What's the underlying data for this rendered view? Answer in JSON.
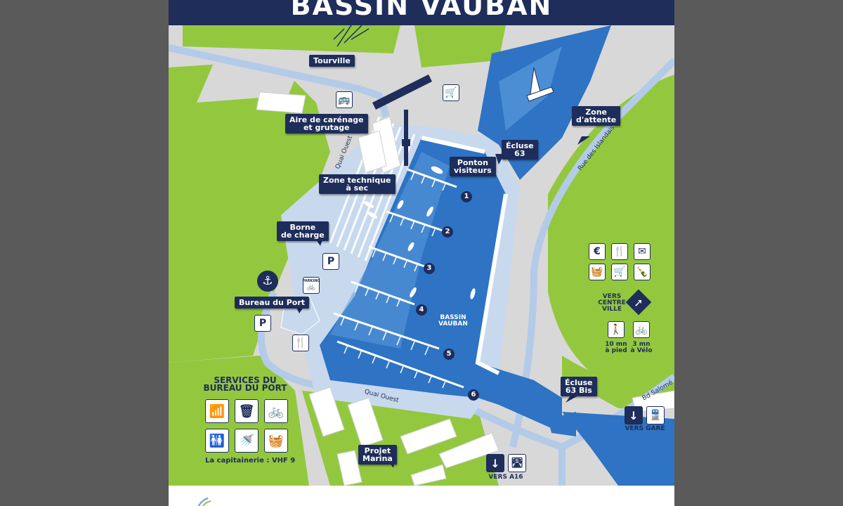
{
  "header": {
    "title": "BASSIN VAUBAN"
  },
  "labels": {
    "tourville": "Tourville",
    "aire_carenage": [
      "Aire de carénage",
      "et grutage"
    ],
    "zone_technique": [
      "Zone technique",
      "à sec"
    ],
    "borne_charge": [
      "Borne",
      "de charge"
    ],
    "bureau_port": "Bureau du Port",
    "ponton_visiteurs": [
      "Ponton",
      "visiteurs"
    ],
    "ecluse_63": [
      "Écluse",
      "63"
    ],
    "zone_attente": [
      "Zone",
      "d'attente"
    ],
    "ecluse_63bis": [
      "Écluse",
      "63 Bis"
    ],
    "projet_marina": [
      "Projet",
      "Marina"
    ],
    "bassin": [
      "BASSIN",
      "VAUBAN"
    ]
  },
  "streets": {
    "quai_ouest_upper": "Quai Ouest",
    "quai_ouest_lower": "Quai Ouest",
    "rue_islandais": "Rue des Islandais",
    "bd_salome": "Bd Salomé"
  },
  "docks": [
    "1",
    "2",
    "3",
    "4",
    "5",
    "6"
  ],
  "city": {
    "vers_centre": [
      "VERS",
      "CENTRE",
      "VILLE"
    ],
    "walk": [
      "10 mn",
      "à pied"
    ],
    "bike": [
      "3 mn",
      "à Vélo"
    ],
    "vers_gare": "VERS GARE",
    "vers_a16": "VERS A16"
  },
  "parking": {
    "p": "P",
    "parking_word": "PARKING"
  },
  "services": {
    "title": [
      "SERVICES DU",
      "BUREAU DU PORT"
    ],
    "vhf": "La capitainerie : VHF 9"
  },
  "icons": {
    "euro": "€",
    "restaurant": "🍴",
    "mail": "✉",
    "basket": "🧺",
    "cart": "🛒",
    "bottle": "🍾",
    "walk": "🚶",
    "bike": "🚲",
    "arrow_ne": "➚",
    "arrow_down": "↓",
    "bus": "🚌",
    "anchor": "⚓",
    "wifi": "📶",
    "bin": "🗑",
    "toilets": "🚻",
    "shower": "🚿",
    "washer": "🧺",
    "train": "🚆",
    "highway": "🛣"
  },
  "colors": {
    "navy": "#1e2d5a",
    "water": "#2e73c4",
    "water_light": "#5fa0dd",
    "grass": "#93c83e",
    "road": "#d6d6d6",
    "quay": "#b3cbe8"
  }
}
